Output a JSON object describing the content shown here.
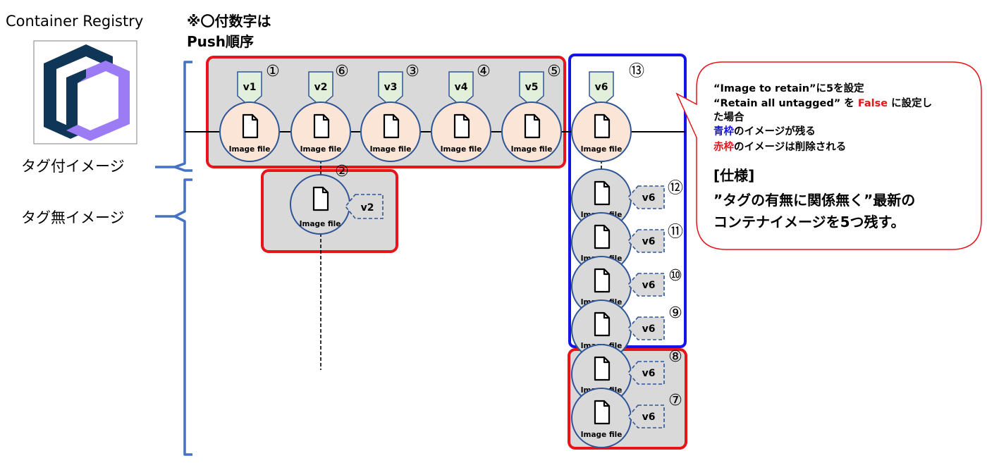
{
  "header": {
    "registry_title": "Container Registry",
    "note_line1": "※〇付数字は",
    "note_line2": "Push順序"
  },
  "labels": {
    "tagged": "タグ付イメージ",
    "untagged": "タグ無イメージ"
  },
  "image_label": "Image file",
  "tagged_images": [
    {
      "tag": "v1",
      "order": "①"
    },
    {
      "tag": "v2",
      "order": "⑥"
    },
    {
      "tag": "v3",
      "order": "③"
    },
    {
      "tag": "v4",
      "order": "④"
    },
    {
      "tag": "v5",
      "order": "⑤"
    },
    {
      "tag": "v6",
      "order": "⑬"
    }
  ],
  "untagged_v2": {
    "tag": "v2",
    "order": "②"
  },
  "untagged_v6": [
    {
      "tag": "v6",
      "order": "⑫"
    },
    {
      "tag": "v6",
      "order": "⑪"
    },
    {
      "tag": "v6",
      "order": "⑩"
    },
    {
      "tag": "v6",
      "order": "⑨"
    },
    {
      "tag": "v6",
      "order": "⑧"
    },
    {
      "tag": "v6",
      "order": "⑦"
    }
  ],
  "callout": {
    "line1_a": "“Image to retain”に5を設定",
    "line2_a": "“Retain all untagged” を ",
    "line2_false": "False",
    "line2_b": " に設定し",
    "line3": "た場合",
    "line4_color": "青枠",
    "line4_rest": "のイメージが残る",
    "line5_color": "赤枠",
    "line5_rest": "のイメージは削除される",
    "spec_title": "[仕様]",
    "spec_line1": "”タグの有無に関係無く”最新の",
    "spec_line2": "コンテナイメージを5つ残す。"
  },
  "colors": {
    "delete_frame": "#e8141a",
    "retain_frame": "#1414e6",
    "false_text": "#e8141a",
    "blue_text": "#1414e6",
    "red_text": "#e8141a",
    "brace": "#4472c4",
    "tagged_circle": "#fbe5d6",
    "untagged_circle": "#d9d9d9",
    "tag_fill": "#e2efda",
    "circle_stroke": "#2f5597",
    "box_fill": "#d9d9d9",
    "logo_dark": "#0f3557",
    "logo_purple": "#9b7cf5"
  }
}
